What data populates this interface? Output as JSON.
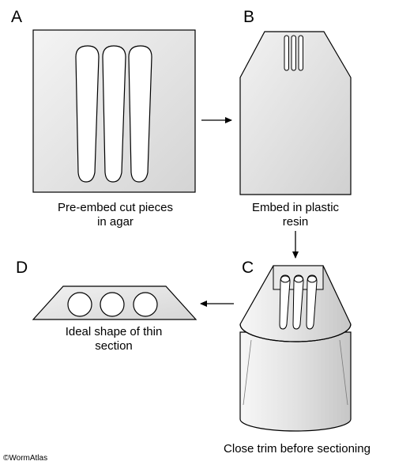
{
  "panels": {
    "a": {
      "letter": "A",
      "caption_line1": "Pre-embed cut pieces",
      "caption_line2": "in agar"
    },
    "b": {
      "letter": "B",
      "caption_line1": "Embed in plastic",
      "caption_line2": "resin"
    },
    "c": {
      "letter": "C",
      "caption_line1": "Close trim before sectioning"
    },
    "d": {
      "letter": "D",
      "caption_line1": "Ideal shape of thin",
      "caption_line2": "section"
    }
  },
  "credit": "©WormAtlas",
  "colors": {
    "fill_light": "#ececec",
    "fill_dark": "#cfcfcf",
    "stroke": "#000000",
    "background": "#ffffff"
  }
}
